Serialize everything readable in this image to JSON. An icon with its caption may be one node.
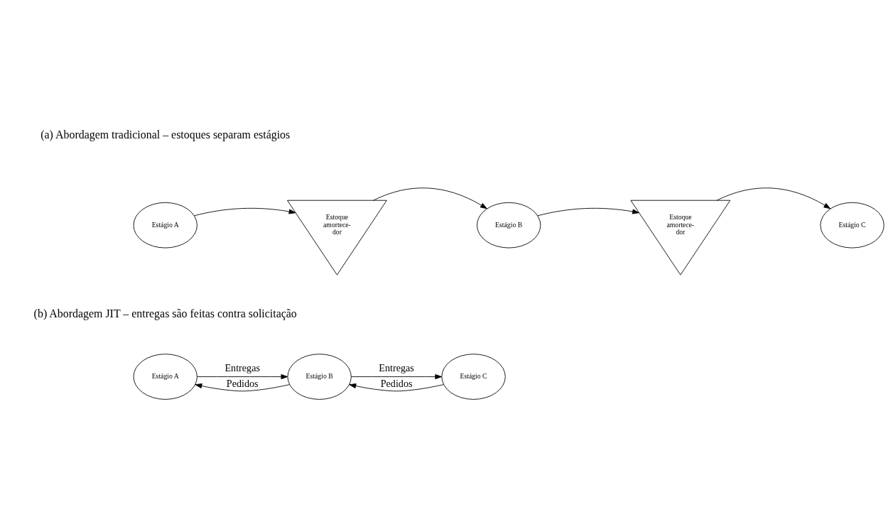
{
  "diagram": {
    "nodes": [
      {
        "text": [
          "Estágio A"
        ]
      },
      {
        "text": [
          "Estoque amortece- dor"
        ]
      },
      {
        "text": [
          "Estágio B"
        ]
      },
      {
        "text": [
          "Estoque amortece- dor"
        ]
      },
      {
        "text": [
          "Estágio C"
        ]
      },
      {
        "text": [
          "Estágio A"
        ]
      },
      {
        "text": [
          "Estágio B"
        ]
      },
      {
        "text": [
          "Estágio C"
        ]
      }
    ],
    "edges": [
      {
        "from": 0,
        "to": 1,
        "arrow": "to"
      },
      {
        "from": 1,
        "to": 2,
        "arrow": "to"
      },
      {
        "from": 2,
        "to": 3,
        "arrow": "to"
      },
      {
        "from": 3,
        "to": 4,
        "arrow": "to"
      },
      {
        "from": 6,
        "to": 5,
        "arrow": "to",
        "label": "Pedidos"
      },
      {
        "from": 7,
        "to": 6,
        "arrow": "to",
        "label": "Pedidos"
      },
      {
        "from": 5,
        "to": 6,
        "arrow": "to",
        "label": "Entregas"
      },
      {
        "from": 6,
        "to": 7,
        "arrow": "to",
        "label": "Entregas"
      }
    ],
    "labels": [
      "(a) Abordagem tradicional – estoques separam estágios",
      "(b) Abordagem JIT – entregas são feitas contra solicitação"
    ]
  }
}
